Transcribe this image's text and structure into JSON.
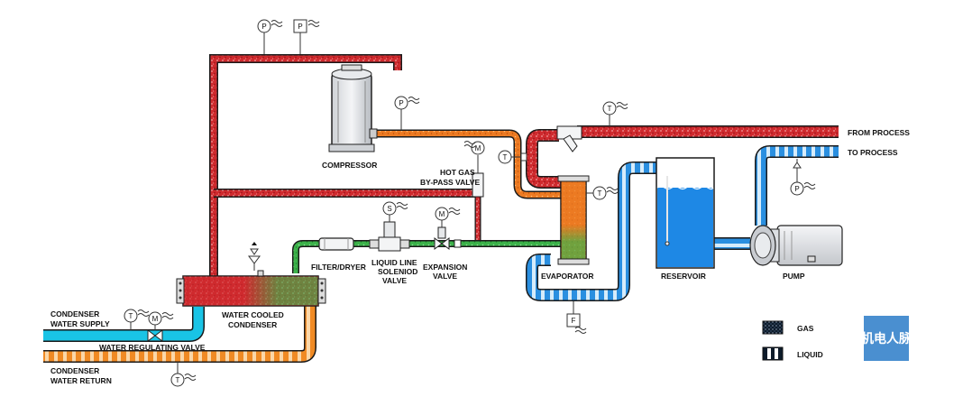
{
  "labels": {
    "compressor": "COMPRESSOR",
    "hot_gas_1": "HOT GAS",
    "hot_gas_2": "BY-PASS VALVE",
    "from_process": "FROM PROCESS",
    "to_process": "TO PROCESS",
    "filter_dryer": "FILTER/DRYER",
    "solenoid_1": "LIQUID LINE",
    "solenoid_2": "SOLENIOD",
    "solenoid_3": "VALVE",
    "expansion_1": "EXPANSION",
    "expansion_2": "VALVE",
    "evaporator": "EVAPORATOR",
    "reservoir": "RESERVOIR",
    "pump": "PUMP",
    "condenser_1": "WATER COOLED",
    "condenser_2": "CONDENSER",
    "cond_supply_1": "CONDENSER",
    "cond_supply_2": "WATER SUPPLY",
    "water_reg_valve": "WATER REGULATING VALVE",
    "cond_return_1": "CONDENSER",
    "cond_return_2": "WATER RETURN"
  },
  "legend": {
    "gas": "GAS",
    "liquid": "LIQUID"
  },
  "instruments": {
    "p": "P",
    "t": "T",
    "m": "M",
    "s": "S",
    "f": "F"
  },
  "logo": {
    "text": "机电人脉"
  },
  "colors": {
    "hot_gas": "#d3282c",
    "suction": "#e8741e",
    "liquid": "#3db34a",
    "process_water": "#2a8fe0",
    "condenser_supply": "#19c4e6",
    "condenser_return": "#f08a24",
    "reservoir_water": "#1e88e5",
    "logo_bg": "#4a8fd0"
  }
}
